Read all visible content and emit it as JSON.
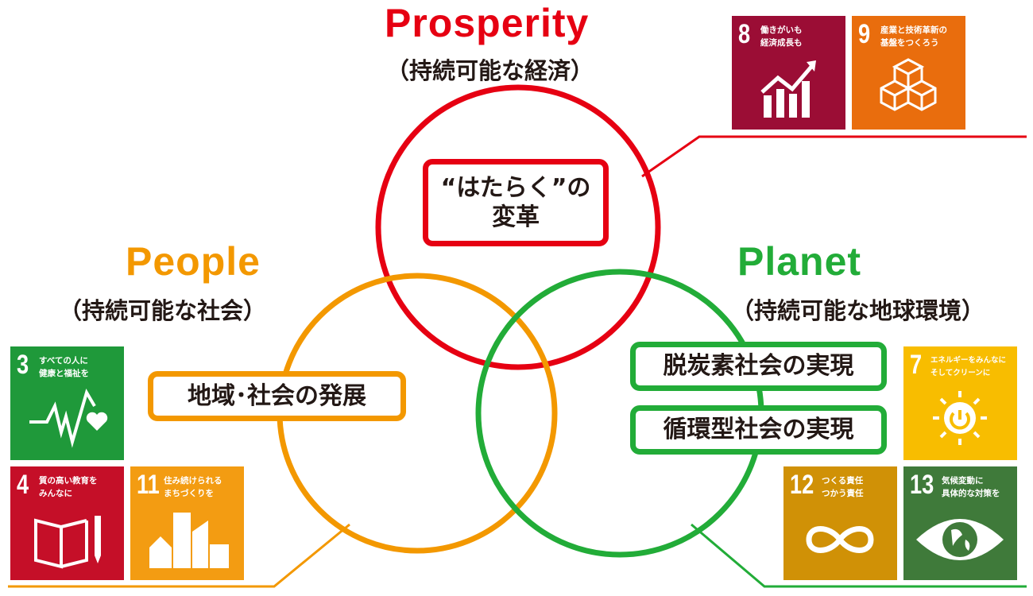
{
  "prosperity": {
    "title": "Prosperity",
    "subtitle": "（持続可能な経済）",
    "box": [
      "“はたらく”の",
      "変革"
    ]
  },
  "people": {
    "title": "People",
    "subtitle": "（持続可能な社会）",
    "box": "地域･社会の発展"
  },
  "planet": {
    "title": "Planet",
    "subtitle": "（持続可能な地球環境）",
    "boxes": [
      "脱炭素社会の実現",
      "循環型社会の実現"
    ]
  },
  "colors": {
    "prosperity": "#e60012",
    "people": "#f39800",
    "planet": "#22ac38"
  },
  "sdgs": {
    "g8": {
      "num": "8",
      "label": [
        "働きがいも",
        "経済成長も"
      ],
      "color": "#9b0d35",
      "icon": "growth-chart-icon"
    },
    "g9": {
      "num": "9",
      "label": [
        "産業と技術革新の",
        "基盤をつくろう"
      ],
      "color": "#e96d0d",
      "icon": "cubes-icon"
    },
    "g3": {
      "num": "3",
      "label": [
        "すべての人に",
        "健康と福祉を"
      ],
      "color": "#1f993a",
      "icon": "heartbeat-icon"
    },
    "g4": {
      "num": "4",
      "label": [
        "質の高い教育を",
        "みんなに"
      ],
      "color": "#c50f28",
      "icon": "book-pencil-icon"
    },
    "g11": {
      "num": "11",
      "label": [
        "住み続けられる",
        "まちづくりを"
      ],
      "color": "#f39c12",
      "icon": "city-icon"
    },
    "g7": {
      "num": "7",
      "label": [
        "エネルギーをみんなに",
        "そしてクリーンに"
      ],
      "color": "#f8bd00",
      "icon": "sun-power-icon"
    },
    "g12": {
      "num": "12",
      "label": [
        "つくる責任",
        "つかう責任"
      ],
      "color": "#d09106",
      "icon": "infinity-icon"
    },
    "g13": {
      "num": "13",
      "label": [
        "気候変動に",
        "具体的な対策を"
      ],
      "color": "#3f7a3a",
      "icon": "eye-globe-icon"
    }
  }
}
